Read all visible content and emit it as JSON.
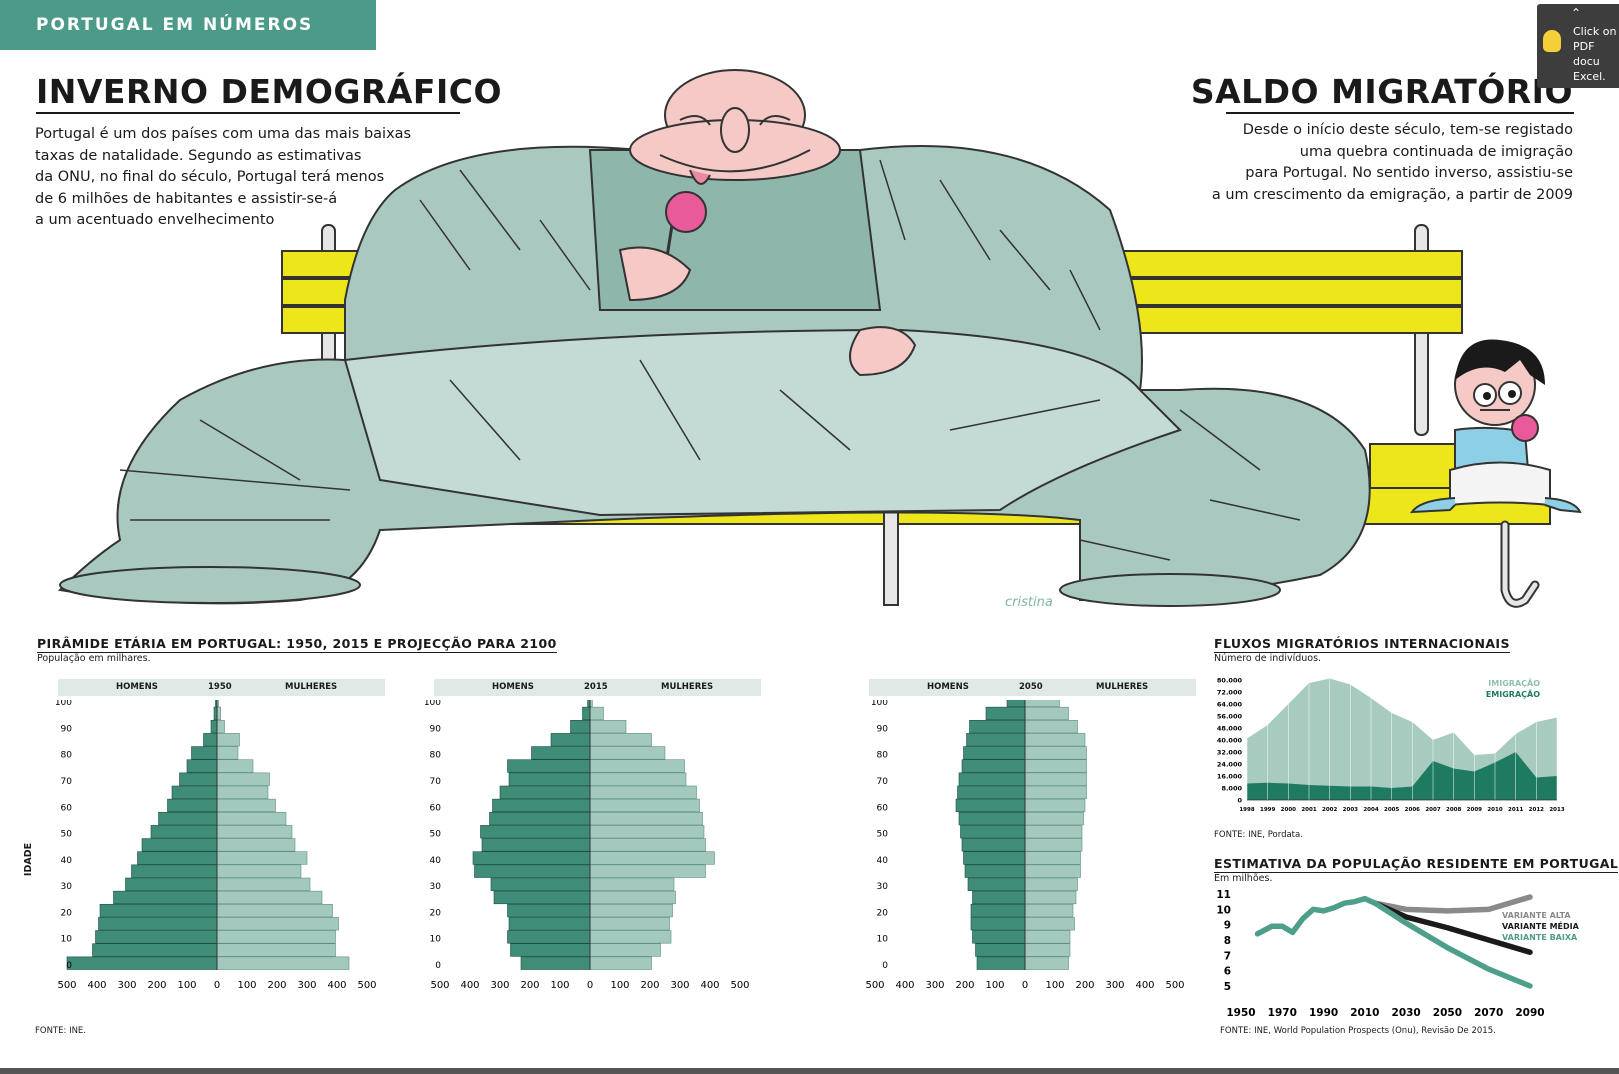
{
  "header": {
    "tab_label": "PORTUGAL EM NÚMEROS"
  },
  "left_article": {
    "title": "INVERNO DEMOGRÁFICO",
    "text": "Portugal é um dos países com uma das mais baixas\ntaxas de natalidade. Segundo as estimativas\nda ONU, no final do século, Portugal terá menos\nde 6 milhões de habitantes e assistir-se-á\na um acentuado envelhecimento"
  },
  "right_article": {
    "title": "SALDO MIGRATÓRIO",
    "text": "Desde o início deste século, tem-se registado\numa quebra continuada de imigração\npara Portugal. No sentido inverso, assistiu-se\na um crescimento da emigração, a partir de 2009"
  },
  "illustration": {
    "signature": "cristina"
  },
  "popup": {
    "text": "Click on\nPDF docu\nExcel."
  },
  "pyramid_section": {
    "title": "PIRÂMIDE ETÁRIA EM PORTUGAL: 1950, 2015 E PROJECÇÃO PARA 2100",
    "subtitle": "População em  milhares.",
    "source": "FONTE: INE.",
    "age_axis_label": "IDADE",
    "men_label": "HOMENS",
    "women_label": "MULHERES"
  },
  "migration_section": {
    "title": "FLUXOS MIGRATÓRIOS INTERNACIONAIS",
    "subtitle": "Número de indivíduos.",
    "source": "FONTE: INE, Pordata."
  },
  "population_section": {
    "title": "ESTIMATIVA DA POPULAÇÃO RESIDENTE EM PORTUGAL",
    "subtitle": "Em milhões.",
    "source": "FONTE: INE, World Population Prospects (Onu), Revisão De 2015."
  },
  "colors": {
    "men": "#3f8c78",
    "women": "#a3c8bd",
    "emigration": "#1f7a62",
    "immigration": "#a8cbc0",
    "variant_high": "#8a8a8a",
    "variant_mid": "#1a1a1a",
    "variant_low": "#4d9e8a",
    "header": "#4c9a88",
    "bench": "#ede61a"
  },
  "chart_data": [
    {
      "type": "bar",
      "subtype": "population-pyramid",
      "year_label": "1950",
      "age_groups": [
        "0",
        "5",
        "10",
        "15",
        "20",
        "25",
        "30",
        "35",
        "40",
        "45",
        "50",
        "55",
        "60",
        "65",
        "70",
        "75",
        "80",
        "85",
        "90",
        "95",
        "100"
      ],
      "age_ticks": [
        "0",
        "10",
        "20",
        "30",
        "40",
        "50",
        "60",
        "70",
        "80",
        "90",
        "100"
      ],
      "x_ticks": [
        "500",
        "400",
        "300",
        "200",
        "100",
        "0",
        "100",
        "200",
        "300",
        "400",
        "500"
      ],
      "xlim": [
        -500,
        500
      ],
      "series": [
        {
          "name": "HOMENS",
          "values": [
            500,
            415,
            405,
            395,
            390,
            345,
            305,
            285,
            265,
            250,
            220,
            195,
            165,
            150,
            125,
            100,
            85,
            45,
            20,
            10,
            5
          ]
        },
        {
          "name": "MULHERES",
          "values": [
            440,
            395,
            395,
            405,
            385,
            350,
            310,
            280,
            300,
            260,
            250,
            230,
            195,
            170,
            175,
            120,
            70,
            75,
            25,
            12,
            5
          ]
        }
      ]
    },
    {
      "type": "bar",
      "subtype": "population-pyramid",
      "year_label": "2015",
      "age_groups": [
        "0",
        "5",
        "10",
        "15",
        "20",
        "25",
        "30",
        "35",
        "40",
        "45",
        "50",
        "55",
        "60",
        "65",
        "70",
        "75",
        "80",
        "85",
        "90",
        "95",
        "100"
      ],
      "age_ticks": [
        "0",
        "10",
        "20",
        "30",
        "40",
        "50",
        "60",
        "70",
        "80",
        "90",
        "100"
      ],
      "x_ticks": [
        "500",
        "400",
        "300",
        "200",
        "100",
        "0",
        "100",
        "200",
        "300",
        "400",
        "500"
      ],
      "xlim": [
        -500,
        500
      ],
      "series": [
        {
          "name": "HOMENS",
          "values": [
            230,
            265,
            275,
            270,
            275,
            320,
            330,
            385,
            390,
            360,
            365,
            335,
            325,
            300,
            270,
            275,
            195,
            130,
            65,
            25,
            8
          ]
        },
        {
          "name": "MULHERES",
          "values": [
            205,
            235,
            270,
            265,
            275,
            285,
            280,
            385,
            415,
            385,
            380,
            375,
            365,
            355,
            320,
            315,
            250,
            205,
            120,
            45,
            8
          ]
        }
      ]
    },
    {
      "type": "bar",
      "subtype": "population-pyramid",
      "year_label": "2050",
      "age_groups": [
        "0",
        "5",
        "10",
        "15",
        "20",
        "25",
        "30",
        "35",
        "40",
        "45",
        "50",
        "55",
        "60",
        "65",
        "70",
        "75",
        "80",
        "85",
        "90",
        "95",
        "100"
      ],
      "age_ticks": [
        "0",
        "10",
        "20",
        "30",
        "40",
        "50",
        "60",
        "70",
        "80",
        "90",
        "100"
      ],
      "x_ticks": [
        "500",
        "400",
        "300",
        "200",
        "100",
        "0",
        "100",
        "200",
        "300",
        "400",
        "500"
      ],
      "xlim": [
        -500,
        500
      ],
      "series": [
        {
          "name": "HOMENS",
          "values": [
            160,
            165,
            175,
            180,
            180,
            175,
            190,
            200,
            205,
            210,
            215,
            220,
            230,
            225,
            220,
            210,
            205,
            195,
            185,
            130,
            60
          ]
        },
        {
          "name": "MULHERES",
          "values": [
            145,
            150,
            150,
            165,
            160,
            170,
            175,
            185,
            185,
            190,
            190,
            195,
            200,
            205,
            205,
            205,
            205,
            200,
            175,
            145,
            115
          ]
        }
      ]
    },
    {
      "type": "area",
      "title": "FLUXOS MIGRATÓRIOS INTERNACIONAIS",
      "x": [
        "1998",
        "1999",
        "2000",
        "2001",
        "2002",
        "2003",
        "2004",
        "2005",
        "2006",
        "2007",
        "2008",
        "2009",
        "2010",
        "2011",
        "2012",
        "2013"
      ],
      "y_ticks": [
        "0",
        "8.000",
        "16.000",
        "24.000",
        "32.000",
        "40.000",
        "48.000",
        "56.000",
        "64.000",
        "72.000",
        "80.000"
      ],
      "ylim": [
        0,
        80000
      ],
      "legend_position": "top-right",
      "series": [
        {
          "name": "IMIGRAÇÃO",
          "values": [
            41000,
            50000,
            64000,
            78000,
            81000,
            77000,
            68000,
            58000,
            52000,
            40000,
            45000,
            30000,
            31000,
            44000,
            52000,
            55000
          ]
        },
        {
          "name": "EMIGRAÇÃO",
          "values": [
            11000,
            11500,
            11000,
            10000,
            9500,
            9000,
            9000,
            8000,
            9000,
            26000,
            21000,
            19000,
            25000,
            32000,
            15000,
            16000
          ]
        }
      ]
    },
    {
      "type": "line",
      "title": "ESTIMATIVA DA POPULAÇÃO RESIDENTE EM PORTUGAL",
      "x_ticks": [
        "1950",
        "1970",
        "1990",
        "2010",
        "2030",
        "2050",
        "2070",
        "2090"
      ],
      "y_ticks": [
        "5",
        "6",
        "7",
        "8",
        "9",
        "10",
        "11"
      ],
      "xlim": [
        1950,
        2090
      ],
      "ylim": [
        5,
        11
      ],
      "legend_position": "right",
      "historical": {
        "x": [
          1958,
          1965,
          1970,
          1975,
          1980,
          1985,
          1990,
          1995,
          2000,
          2005,
          2010,
          2015
        ],
        "values": [
          8.4,
          8.9,
          8.9,
          8.5,
          9.4,
          10.0,
          9.9,
          10.1,
          10.4,
          10.5,
          10.7,
          10.4
        ]
      },
      "series": [
        {
          "name": "VARIANTE ALTA",
          "x": [
            2015,
            2030,
            2050,
            2070,
            2090
          ],
          "values": [
            10.4,
            10.0,
            9.9,
            10.0,
            10.8
          ]
        },
        {
          "name": "VARIANTE MÉDIA",
          "x": [
            2015,
            2030,
            2050,
            2070,
            2090
          ],
          "values": [
            10.4,
            9.5,
            8.8,
            8.0,
            7.2
          ]
        },
        {
          "name": "VARIANTE BAIXA",
          "x": [
            2015,
            2030,
            2050,
            2070,
            2090
          ],
          "values": [
            10.4,
            9.1,
            7.5,
            6.1,
            5.0
          ]
        }
      ]
    }
  ]
}
